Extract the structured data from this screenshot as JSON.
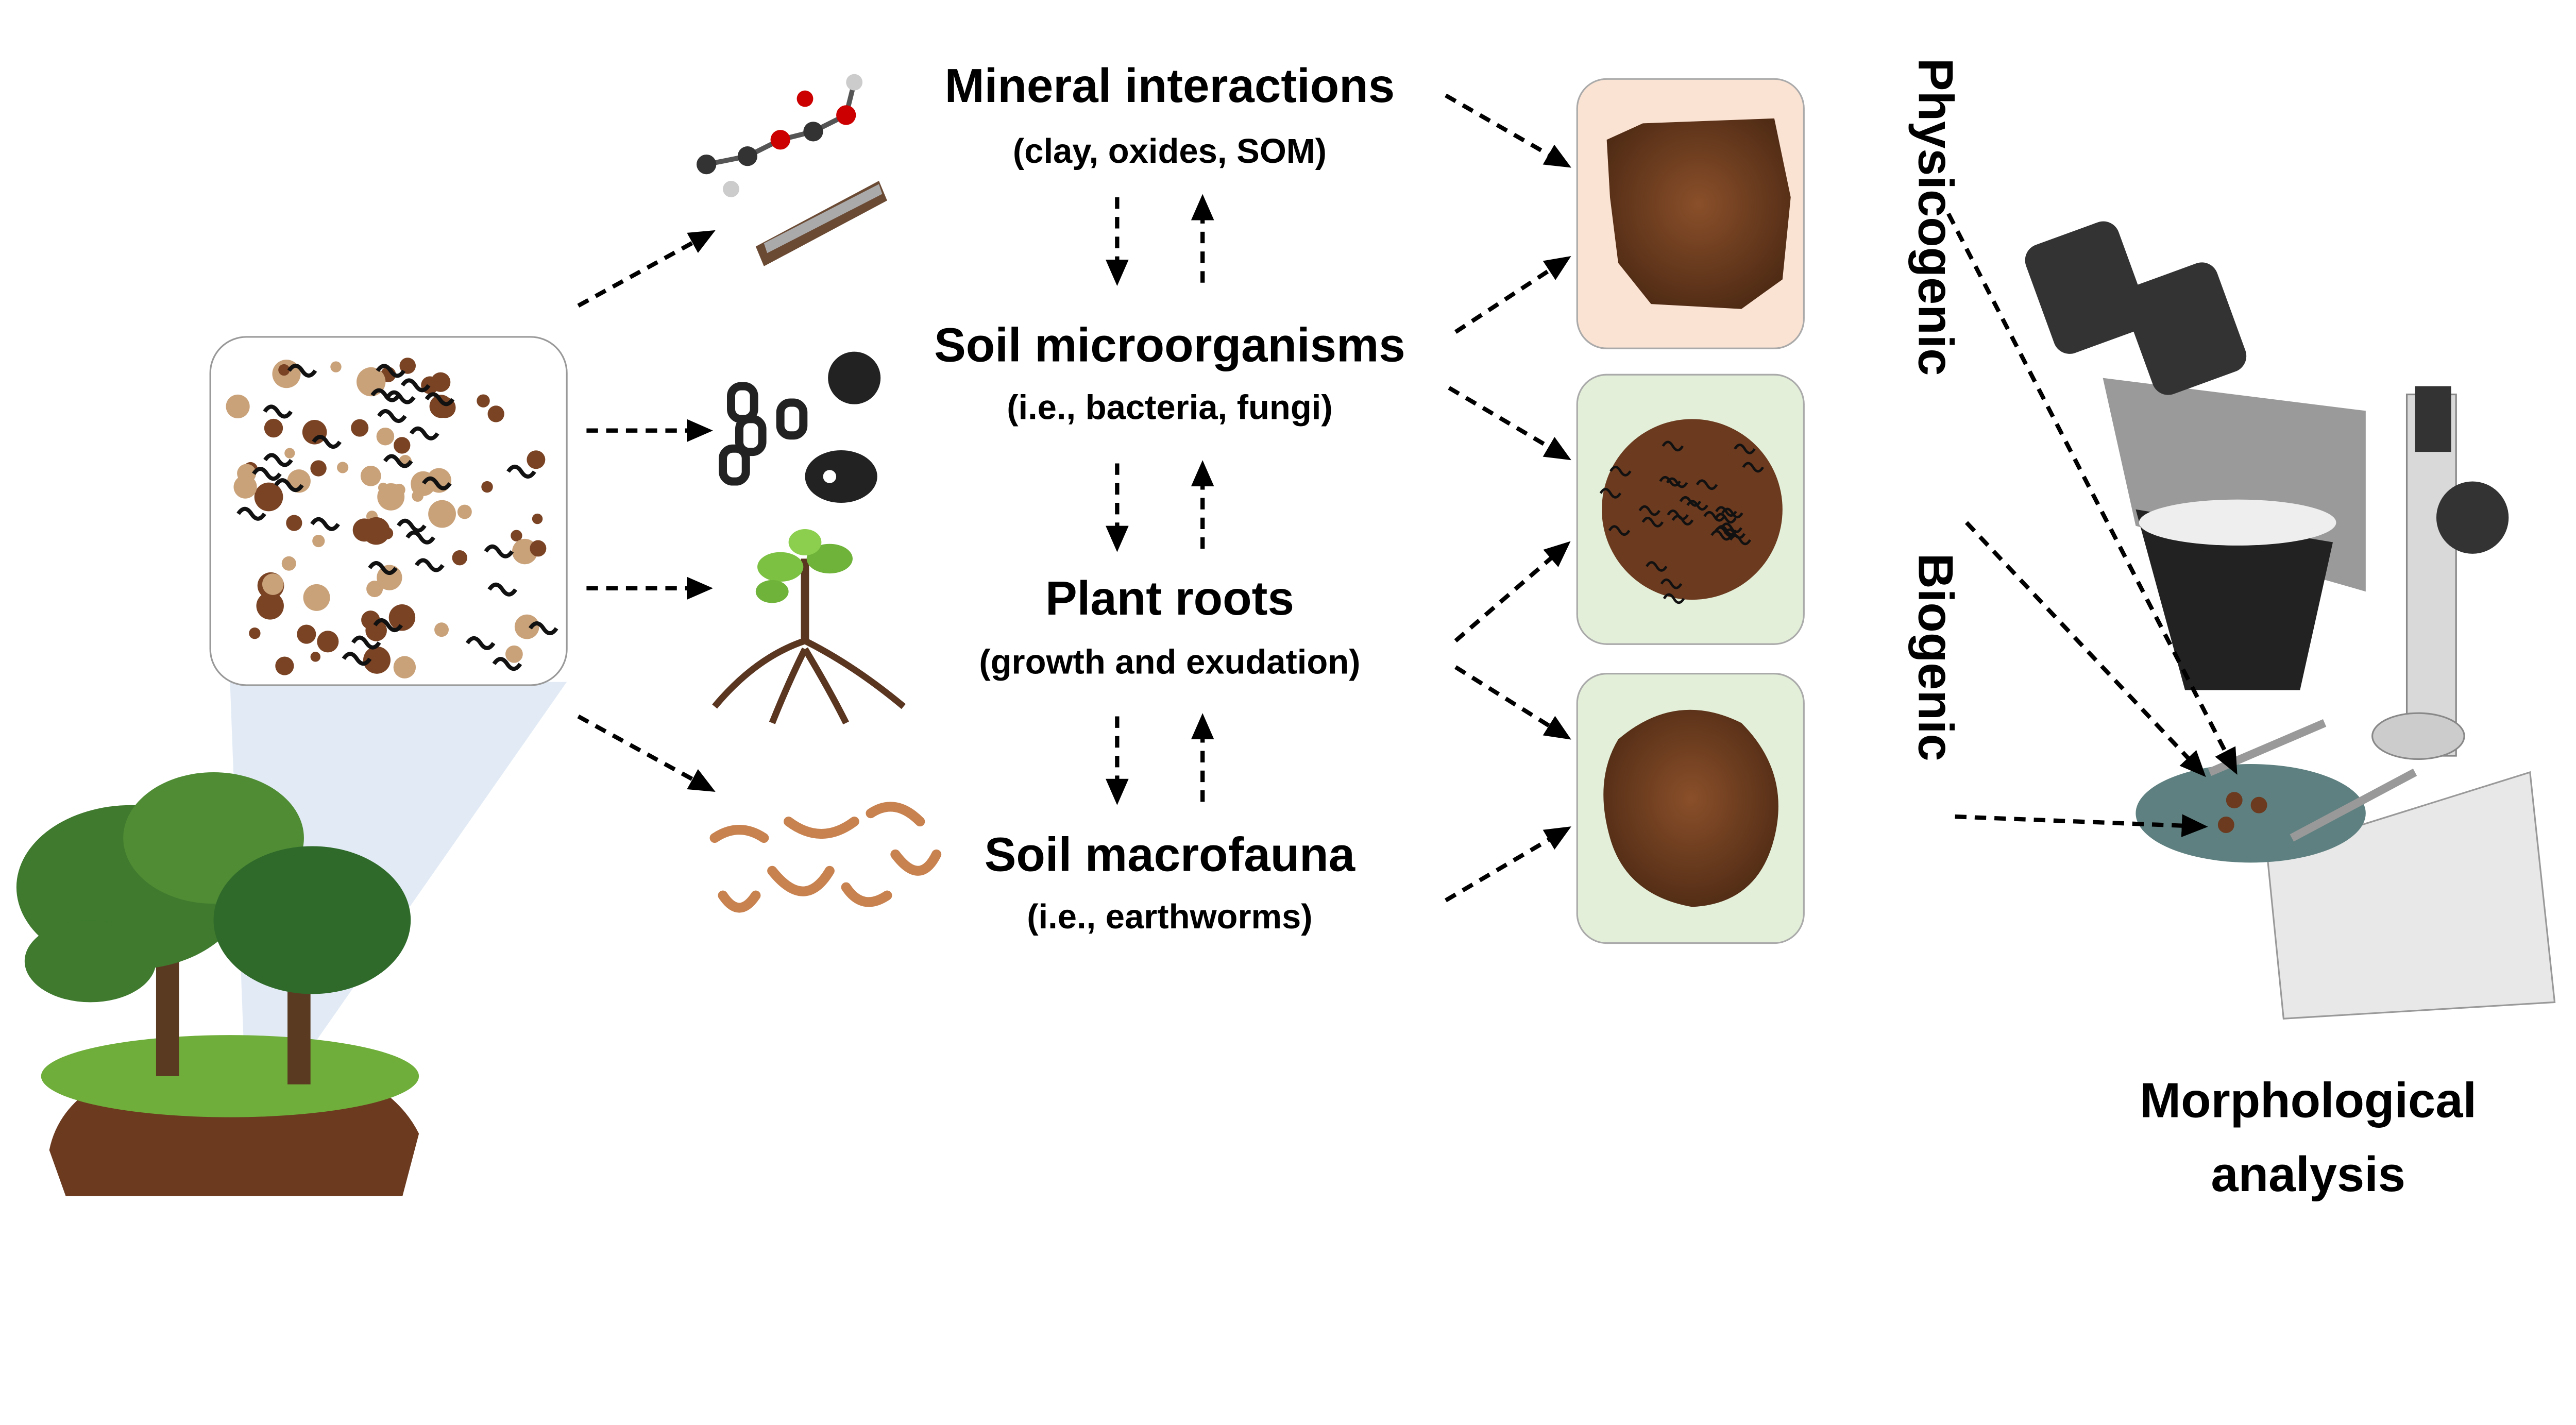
{
  "factors": [
    {
      "title": "Mineral interactions",
      "subtitle": "(clay, oxides, SOM)",
      "icon": "molecule-on-clay-icon"
    },
    {
      "title": "Soil microorganisms",
      "subtitle": "(i.e., bacteria, fungi)",
      "icon": "microbes-icon"
    },
    {
      "title": "Plant roots",
      "subtitle": "(growth and exudation)",
      "icon": "plant-roots-icon"
    },
    {
      "title": "Soil macrofauna",
      "subtitle": "(i.e., earthworms)",
      "icon": "earthworms-icon"
    }
  ],
  "aggregate_types": {
    "physicogenic": "Physicogenic",
    "biogenic": "Biogenic"
  },
  "microscope_label": {
    "line1": "Morphological",
    "line2": "analysis"
  },
  "colors": {
    "physicogenic_box": "#fbe3d3",
    "biogenic_box": "#e3efd9",
    "soil": "#6b3a1f",
    "tree": "#3f7a2e",
    "zoom_cone": "#dde7f3"
  }
}
